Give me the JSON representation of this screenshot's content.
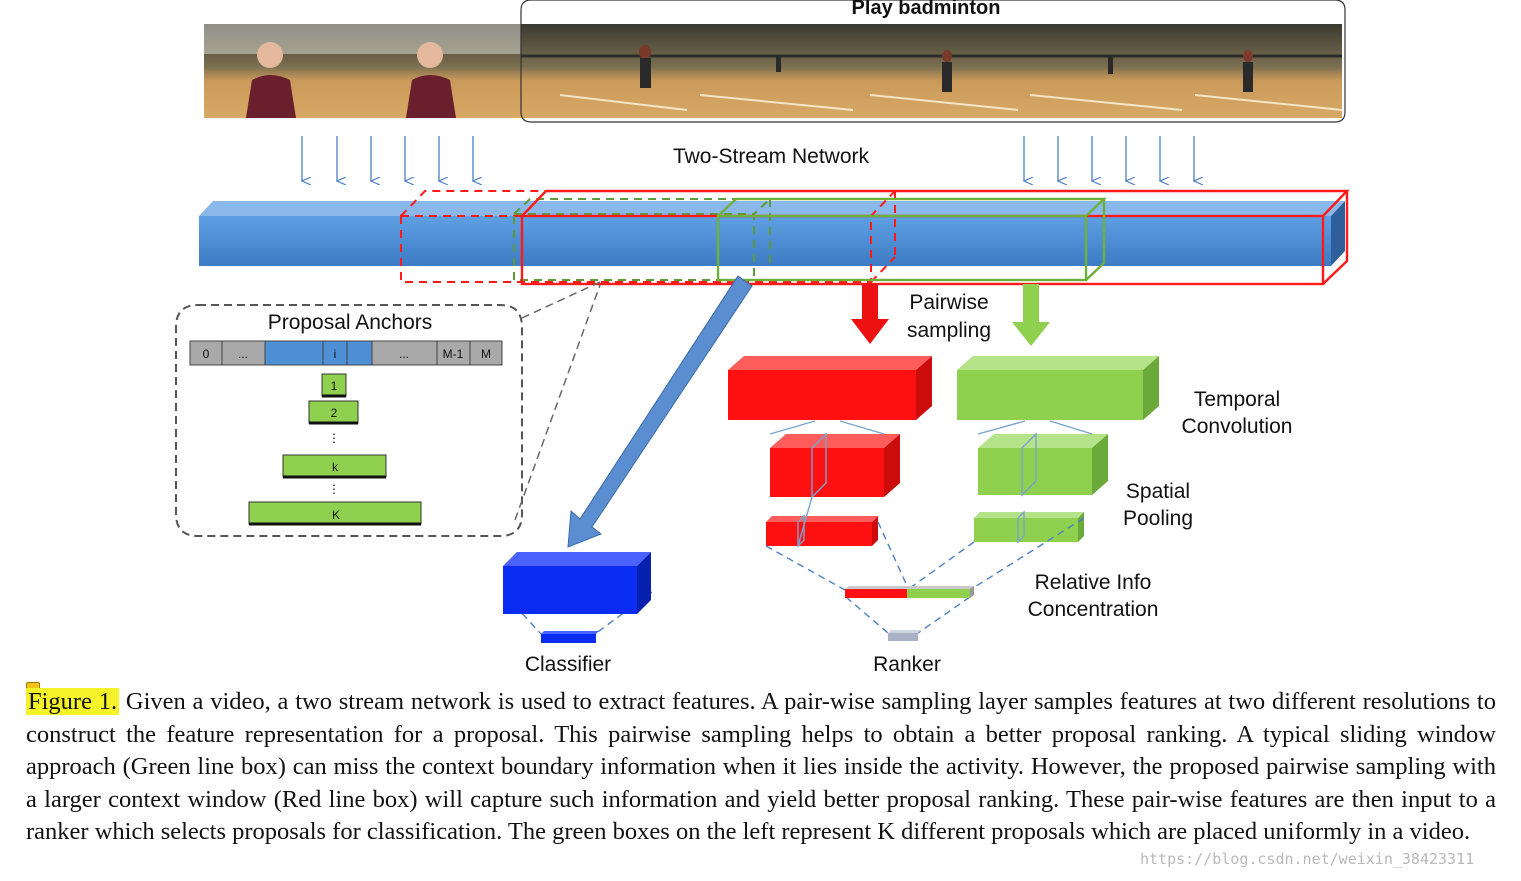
{
  "figure": {
    "activity_label": "Play badminton",
    "network_label": "Two-Stream Network",
    "anchors_title": "Proposal Anchors",
    "anchor_cells": [
      "0",
      "...",
      "",
      "i",
      "",
      "...",
      "M-1",
      "M"
    ],
    "anchor_pyramid": [
      "1",
      "2",
      "k",
      "K"
    ],
    "vertical_dots": [
      "⋮",
      "⋮"
    ],
    "pairwise_label": [
      "Pairwise",
      "sampling"
    ],
    "temporal_label": [
      "Temporal",
      "Convolution"
    ],
    "spatial_label": [
      "Spatial",
      "Pooling"
    ],
    "relative_label": [
      "Relative Info",
      "Concentration"
    ],
    "classifier_label": "Classifier",
    "ranker_label": "Ranker",
    "colors": {
      "feature_blue": "#4f8fd6",
      "red": "#ff1a1a",
      "green": "#8fd14f",
      "classifier_blue": "#0a2cf0",
      "arrow_blue": "#5b8ed0"
    }
  },
  "caption": {
    "label": "Figure 1.",
    "text": " Given a video, a two stream network is used to extract features.  A pair-wise sampling layer samples features at two different resolutions to construct the feature representation for a proposal.  This pairwise sampling helps to obtain a better proposal ranking.  A typical sliding window approach (Green line box) can miss the context boundary information when it lies inside the activity. However, the proposed pairwise sampling with a larger context window (Red line box) will capture such information and yield better proposal ranking.  These pair-wise features are then input to a ranker which selects proposals for classification.  The green boxes on the left represent K different proposals which are placed uniformly in a video."
  },
  "watermark": "https://blog.csdn.net/weixin_38423311"
}
